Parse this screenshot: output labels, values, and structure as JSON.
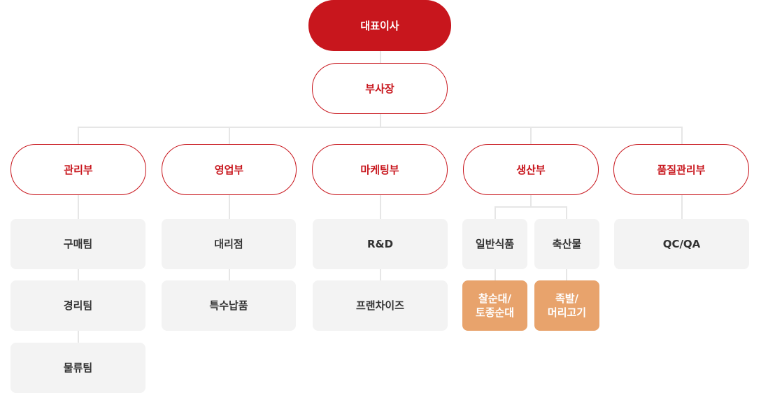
{
  "ceo": "대표이사",
  "vice_president": "부사장",
  "departments": [
    {
      "name": "관리부",
      "teams": [
        "구매팀",
        "경리팀",
        "물류팀"
      ]
    },
    {
      "name": "영업부",
      "teams": [
        "대리점",
        "특수납품"
      ]
    },
    {
      "name": "마케팅부",
      "teams": [
        "R&D",
        "프랜차이즈"
      ]
    },
    {
      "name": "생산부",
      "divisions": [
        {
          "name": "일반식품",
          "sub": [
            "찰순대/",
            "토종순대"
          ]
        },
        {
          "name": "축산물",
          "sub": [
            "족발/",
            "머리고기"
          ]
        }
      ]
    },
    {
      "name": "품질관리부",
      "teams": [
        "QC/QA"
      ]
    }
  ],
  "colors": {
    "accent": "#c8161d",
    "team_bg": "#f3f3f3",
    "highlight_bg": "#e8a36c",
    "connector": "#e6e6e6"
  }
}
